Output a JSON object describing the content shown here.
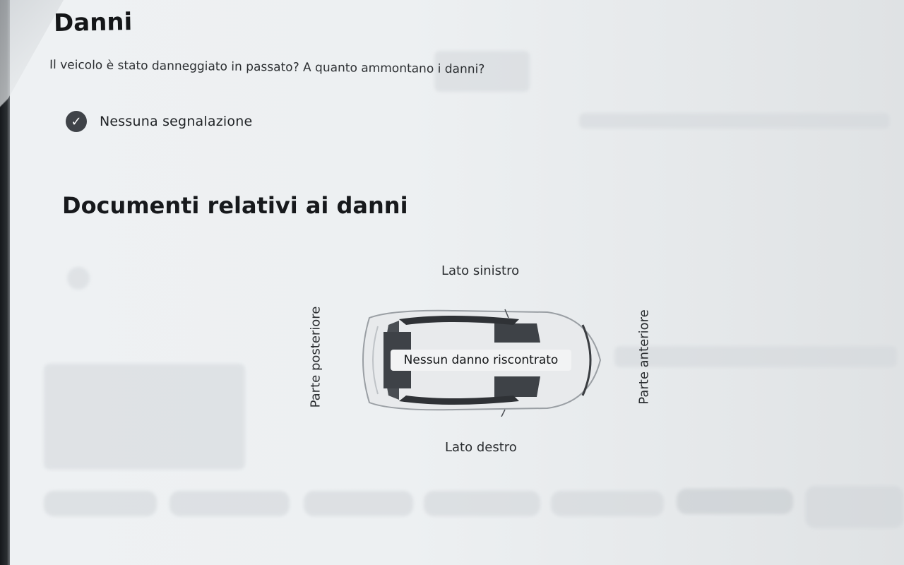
{
  "damage_section": {
    "title": "Danni",
    "question": "Il veicolo è stato danneggiato in passato? A quanto ammontano i danni?",
    "status": {
      "icon": "check-circle-icon",
      "label": "Nessuna segnalazione"
    }
  },
  "documents_section": {
    "title": "Documenti relativi ai danni",
    "diagram": {
      "label_left_side": "Lato sinistro",
      "label_right_side": "Lato destro",
      "label_rear": "Parte posteriore",
      "label_front": "Parte anteriore",
      "overlay_text": "Nessun danno riscontrato",
      "image": "car-top-view-icon"
    }
  },
  "colors": {
    "paper": "#edf0f2",
    "text": "#1b1d20",
    "check_badge": "#3f4348"
  }
}
